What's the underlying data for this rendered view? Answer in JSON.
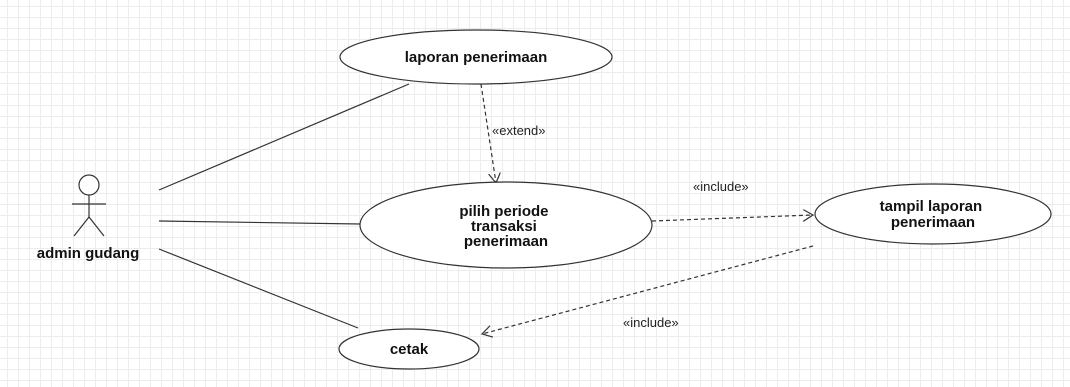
{
  "actor": {
    "name": "admin gudang"
  },
  "use_cases": {
    "laporan_penerimaan": "laporan penerimaan",
    "pilih_periode": [
      "pilih periode",
      "transaksi",
      "penerimaan"
    ],
    "tampil_laporan": [
      "tampil laporan",
      "penerimaan"
    ],
    "cetak": "cetak"
  },
  "relations": {
    "extend_label": "«extend»",
    "include_label_1": "«include»",
    "include_label_2": "«include»"
  },
  "colors": {
    "stroke": "#333333",
    "use_case_fill": "#ffffff",
    "grid": "#ececec"
  }
}
